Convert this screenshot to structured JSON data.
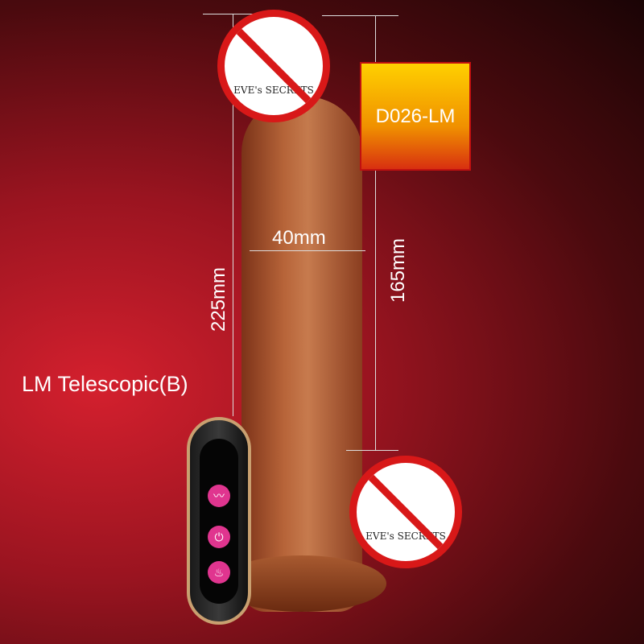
{
  "logo_text": "EVE's SECRETS",
  "model_badge": "D026-LM",
  "dimensions": {
    "width": "40mm",
    "insertable_length": "165mm",
    "total_length": "225mm"
  },
  "product_name": "LM Telescopic(B)",
  "remote_buttons": [
    "vibrate-icon",
    "power-icon",
    "heat-icon"
  ],
  "colors": {
    "badge_top": "#ffd000",
    "badge_bottom": "#d83010",
    "button": "#e0358f",
    "prohibit": "#d81818"
  }
}
